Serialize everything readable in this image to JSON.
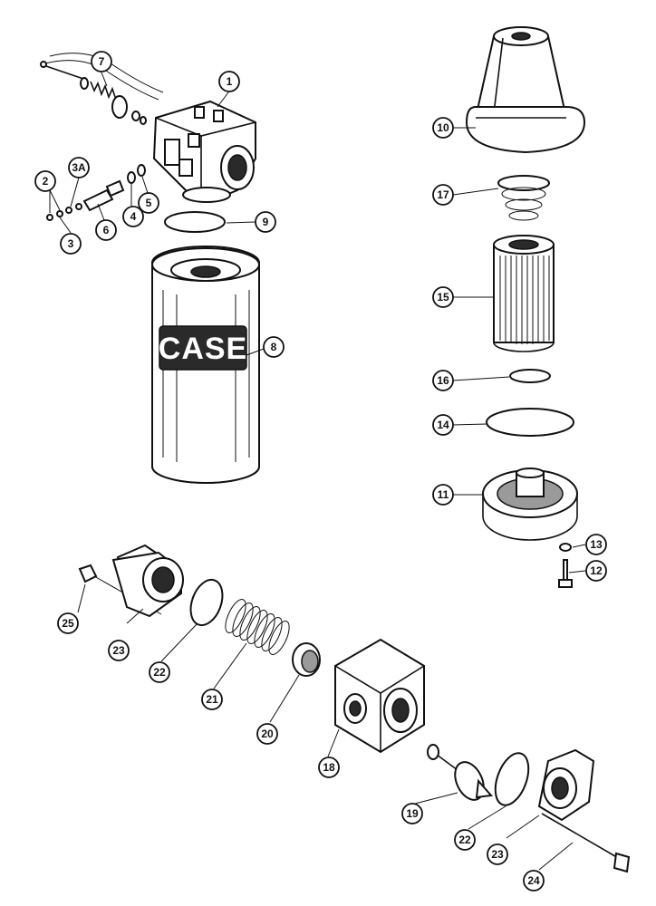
{
  "diagram": {
    "brand_label": "CASE",
    "callouts": {
      "c1": "1",
      "c2": "2",
      "c3": "3",
      "c3a": "3A",
      "c4": "4",
      "c5": "5",
      "c6": "6",
      "c7": "7",
      "c8": "8",
      "c9": "9",
      "c10": "10",
      "c11": "11",
      "c12": "12",
      "c13": "13",
      "c14": "14",
      "c15": "15",
      "c16": "16",
      "c17": "17",
      "c18": "18",
      "c19": "19",
      "c20": "20",
      "c21": "21",
      "c22a": "22",
      "c22b": "22",
      "c23a": "23",
      "c23b": "23",
      "c24": "24",
      "c25": "25"
    }
  }
}
